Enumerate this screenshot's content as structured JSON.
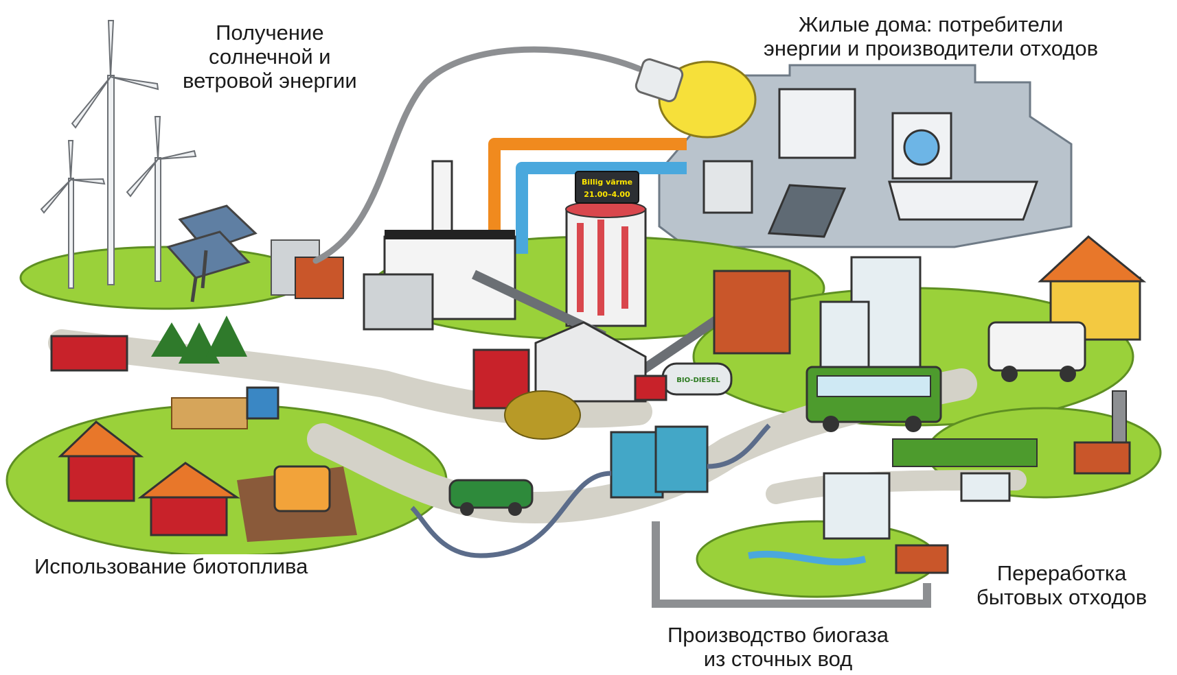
{
  "labels": {
    "solar_wind": [
      "Получение",
      "солнечной и",
      "ветровой энергии"
    ],
    "homes": [
      "Жилые дома: потребители",
      "энергии и производители отходов"
    ],
    "biofuel": [
      "Использование биотоплива"
    ],
    "waste": [
      "Переработка",
      "бытовых отходов"
    ],
    "biogas": [
      "Производство биогаза",
      "из сточных вод"
    ]
  },
  "sign": {
    "line1": "Billig värme",
    "line2": "21.00–4.00"
  },
  "truck_label": "BIO-DIESEL",
  "colors": {
    "grass": "#9ad13a",
    "grass_dark": "#6fae2a",
    "road": "#d4d2c8",
    "house_roof": "#e8772a",
    "barn": "#c8222a",
    "pipe_hot": "#f08a1e",
    "pipe_cold": "#4aa8dd",
    "sky_house": "#b9c3cc"
  }
}
